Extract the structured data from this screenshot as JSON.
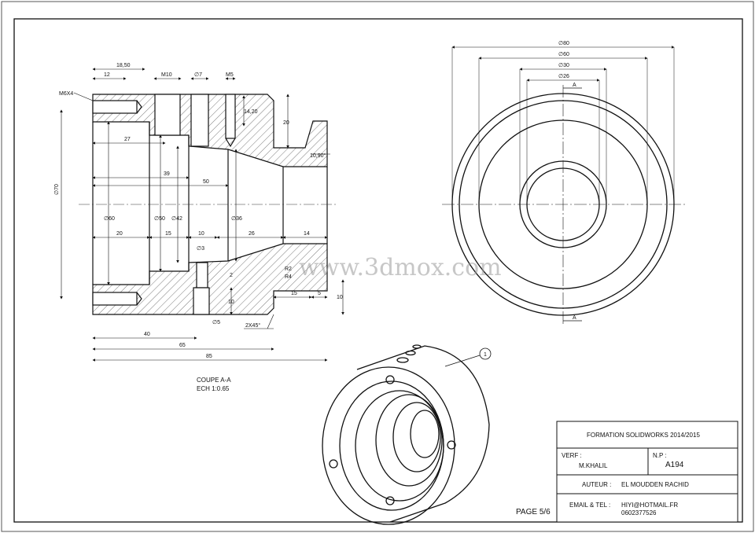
{
  "section": {
    "title": "COUPE A-A",
    "scale": "ECH 1:0.65",
    "thread_callout": "M6X4",
    "overall_height": "∅70",
    "dims_top": [
      "18,50",
      "12",
      "M10",
      "∅7",
      "M5",
      "14,20",
      "20",
      "10,90°"
    ],
    "dims_inner": [
      "27",
      "39",
      "50",
      "∅60",
      "∅50",
      "∅42",
      "∅36",
      "20",
      "15",
      "10",
      "26",
      "14",
      "∅3",
      "R2",
      "R4",
      "2",
      "10",
      "15",
      "5",
      "10",
      "∅5",
      "2X45°"
    ],
    "dims_bottom": [
      "40",
      "65",
      "85"
    ]
  },
  "front_view": {
    "diameters": [
      "∅80",
      "∅60",
      "∅30",
      "∅26"
    ],
    "section_mark": "A"
  },
  "iso_view": {
    "balloon": "1"
  },
  "watermark": "www.3dmox.com",
  "title_block": {
    "heading": "FORMATION  SOLIDWORKS 2014/2015",
    "verf_label": "VERF :",
    "verf_value": "M.KHALIL",
    "np_label": "N.P :",
    "np_value": "A194",
    "author_label": "AUTEUR :",
    "author_value": "EL MOUDDEN RACHID",
    "contact_label": "EMAIL  & TEL :",
    "email": "HIYI@HOTMAIL.FR",
    "phone": "0602377526"
  },
  "page": "PAGE 5/6"
}
